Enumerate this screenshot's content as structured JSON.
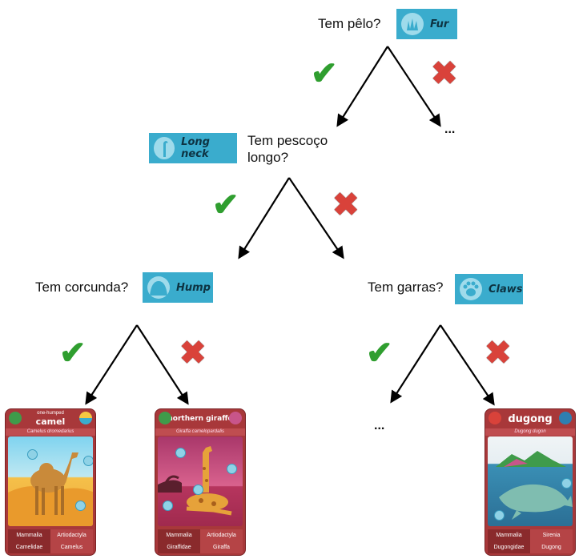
{
  "nodes": {
    "fur": {
      "question": "Tem pêlo?",
      "badge": "Fur"
    },
    "neck": {
      "question_line1": "Tem pescoço",
      "question_line2": "longo?",
      "badge": "Long neck"
    },
    "hump": {
      "question": "Tem corcunda?",
      "badge": "Hump"
    },
    "claws": {
      "question": "Tem garras?",
      "badge": "Claws"
    }
  },
  "marks": {
    "yes": "✔",
    "no": "✖"
  },
  "ellipsis": "...",
  "cards": {
    "camel": {
      "small": "one-humped",
      "name": "camel",
      "scientific": "Camelus dromedarius",
      "row1": [
        "Mammalia",
        "Artiodactyla"
      ],
      "row2": [
        "Camelidae",
        "Camelus"
      ]
    },
    "giraffe": {
      "name": "northern giraffe",
      "scientific": "Giraffa camelopardalis",
      "row1": [
        "Mammalia",
        "Artiodactyla"
      ],
      "row2": [
        "Giraffidae",
        "Giraffa"
      ]
    },
    "dugong": {
      "name": "dugong",
      "scientific": "Dugong dugon",
      "row1": [
        "Mammalia",
        "Sirenia"
      ],
      "row2": [
        "Dugongidae",
        "Dugong"
      ]
    }
  },
  "colors": {
    "badge": "#3aaccd",
    "card": "#a8383a",
    "check": "#2f9e2f",
    "cross": "#d9423a"
  }
}
